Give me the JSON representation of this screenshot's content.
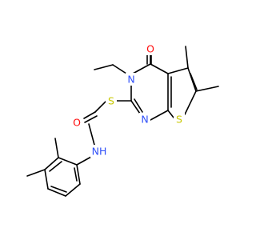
{
  "molecule": {
    "atoms": {
      "o_carbonyl_top": {
        "symbol": "O",
        "color": "#FF0D0D"
      },
      "n_ring3": {
        "symbol": "N",
        "color": "#3050F8"
      },
      "n_ring1": {
        "symbol": "N",
        "color": "#3050F8"
      },
      "s_thiophene": {
        "symbol": "S",
        "color": "#C8C800"
      },
      "s_thioether": {
        "symbol": "S",
        "color": "#C8C800"
      },
      "o_amide": {
        "symbol": "O",
        "color": "#FF0D0D"
      },
      "nh_amide": {
        "symbol": "NH",
        "color": "#3050F8"
      }
    },
    "bond_color": "#000000"
  }
}
